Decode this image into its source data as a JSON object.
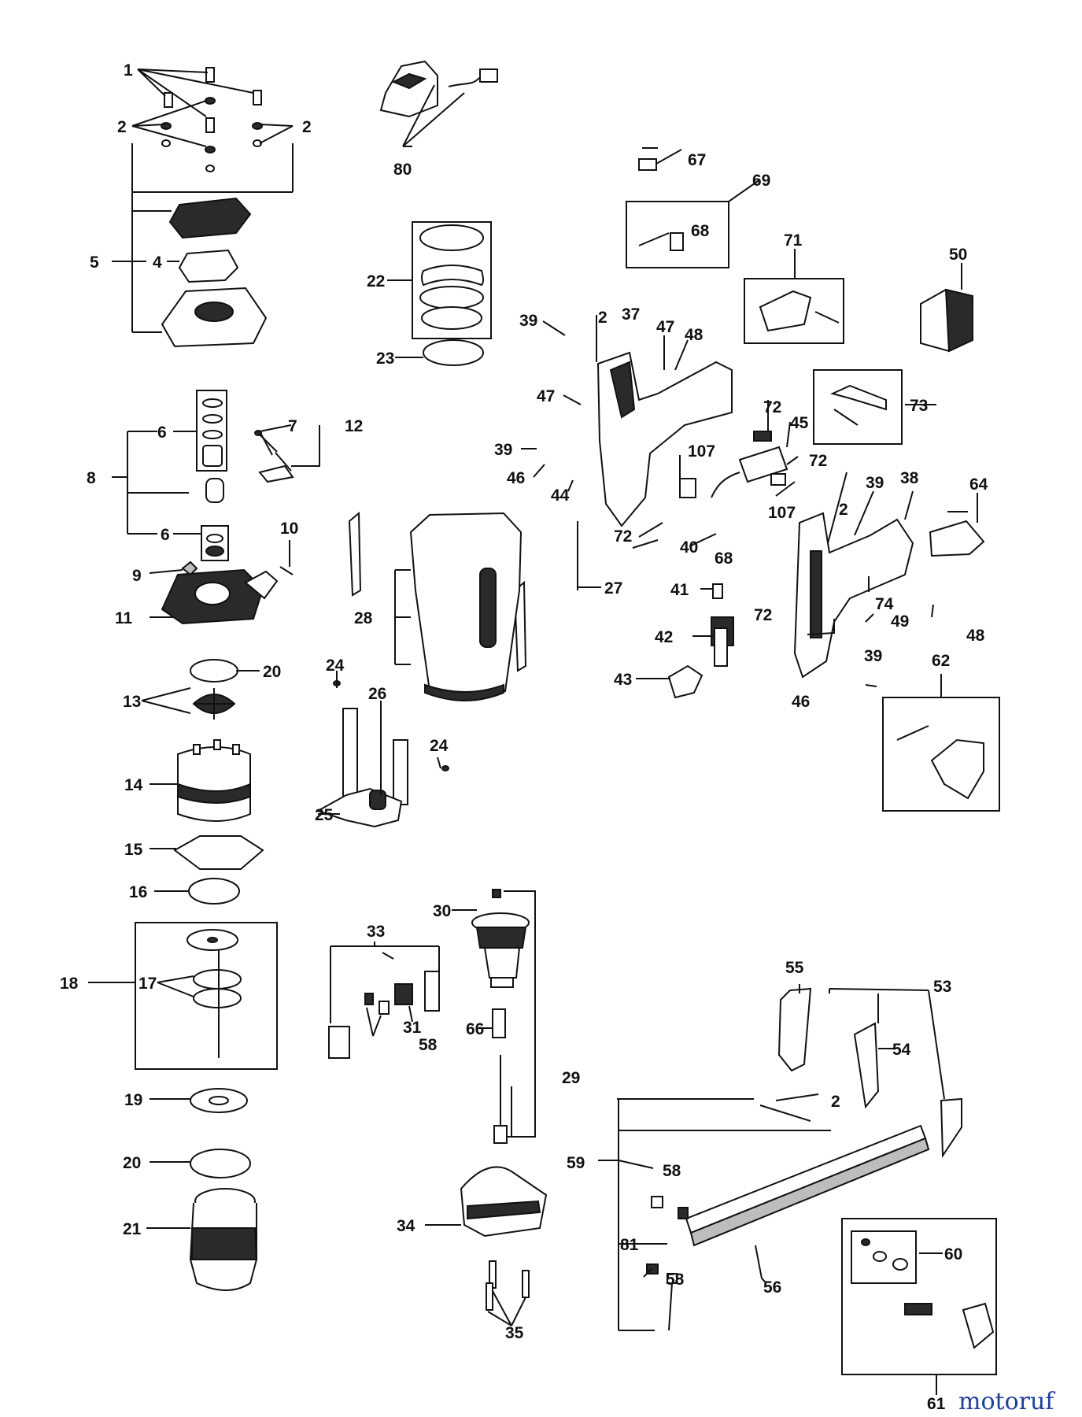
{
  "callouts": [
    "1",
    "2",
    "2",
    "4",
    "5",
    "6",
    "6",
    "7",
    "8",
    "9",
    "10",
    "11",
    "12",
    "13",
    "14",
    "15",
    "16",
    "17",
    "18",
    "19",
    "20",
    "20",
    "21",
    "22",
    "23",
    "24",
    "24",
    "25",
    "26",
    "27",
    "28",
    "29",
    "30",
    "31",
    "33",
    "34",
    "35",
    "37",
    "38",
    "39",
    "39",
    "39",
    "39",
    "40",
    "41",
    "42",
    "43",
    "44",
    "45",
    "46",
    "46",
    "47",
    "47",
    "48",
    "48",
    "49",
    "50",
    "53",
    "54",
    "55",
    "56",
    "58",
    "58",
    "58",
    "2",
    "2",
    "2",
    "59",
    "60",
    "61",
    "62",
    "64",
    "66",
    "67",
    "68",
    "68",
    "69",
    "71",
    "72",
    "72",
    "72",
    "72",
    "73",
    "74",
    "80",
    "81",
    "107",
    "107"
  ],
  "watermark": "motoruf"
}
